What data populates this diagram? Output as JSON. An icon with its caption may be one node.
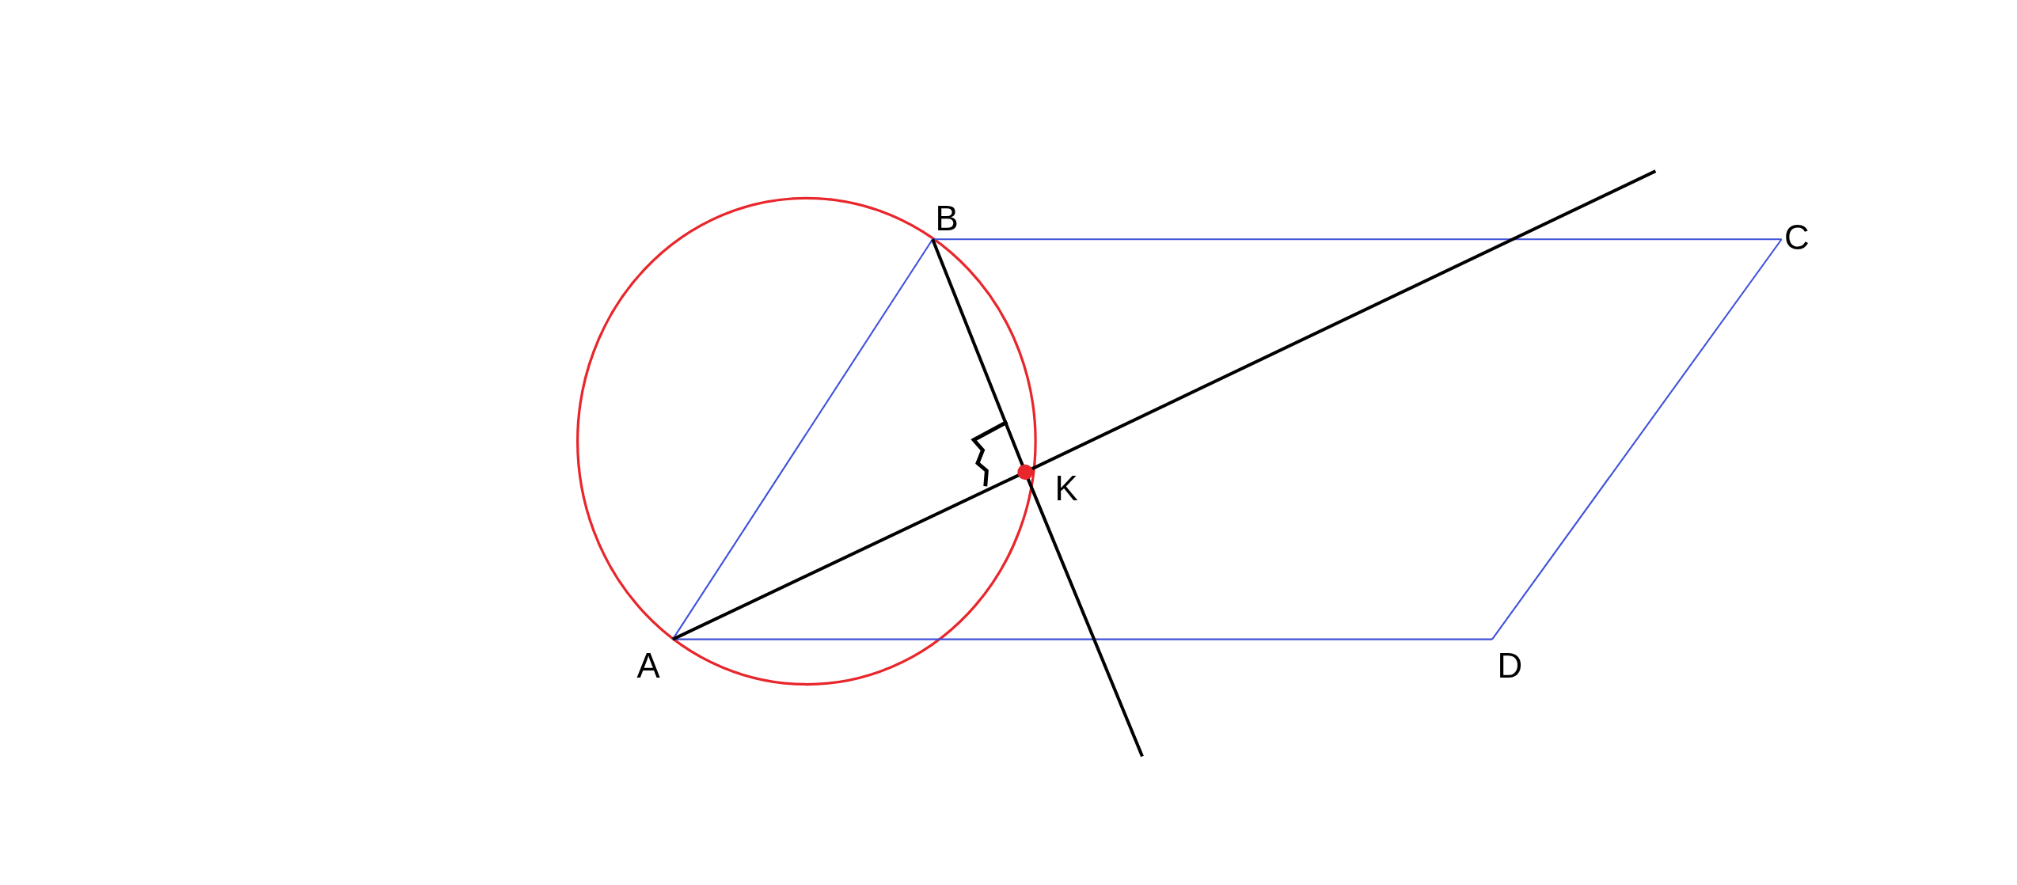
{
  "diagram": {
    "nodes": [
      {
        "text": [
          "A"
        ]
      },
      {
        "text": [
          "B"
        ]
      },
      {
        "text": [
          "C"
        ]
      },
      {
        "text": [
          "D"
        ]
      },
      {
        "text": [
          "K"
        ]
      }
    ],
    "edges": [
      {
        "from": 0,
        "to": 1,
        "arrow": "none",
        "color": "#3f51d9"
      },
      {
        "from": 1,
        "to": 2,
        "arrow": "none",
        "color": "#3f51d9"
      },
      {
        "from": 2,
        "to": 3,
        "arrow": "none",
        "color": "#3f51d9"
      },
      {
        "from": 3,
        "to": 0,
        "arrow": "none",
        "color": "#3f51d9"
      },
      {
        "from": 0,
        "to": 4,
        "arrow": "none",
        "color": "#000000"
      },
      {
        "from": 4,
        "to": null,
        "arrow": "none",
        "color": "#000000"
      },
      {
        "from": 1,
        "to": 4,
        "arrow": "none",
        "color": "#000000"
      },
      {
        "from": 4,
        "to": null,
        "arrow": "none",
        "color": "#000000"
      }
    ]
  }
}
